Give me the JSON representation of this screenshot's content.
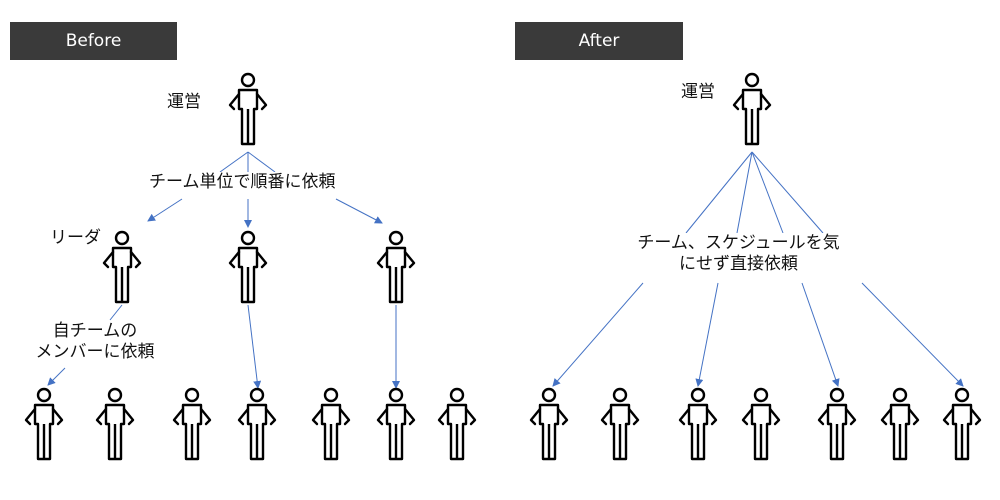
{
  "before": {
    "header": "Before",
    "operator_label": "運営",
    "request_label": "チーム単位で順番に依頼",
    "leader_label": "リーダ",
    "member_request_label_line1": "自チームの",
    "member_request_label_line2": "メンバーに依頼"
  },
  "after": {
    "header": "After",
    "operator_label": "運営",
    "request_label_line1": "チーム、スケジュールを気",
    "request_label_line2": "にせず直接依頼"
  },
  "colors": {
    "header_background": "#3a3a3a",
    "header_text": "#ffffff",
    "arrow": "#4472c4",
    "person_stroke": "#000000"
  },
  "icon": "person-icon"
}
